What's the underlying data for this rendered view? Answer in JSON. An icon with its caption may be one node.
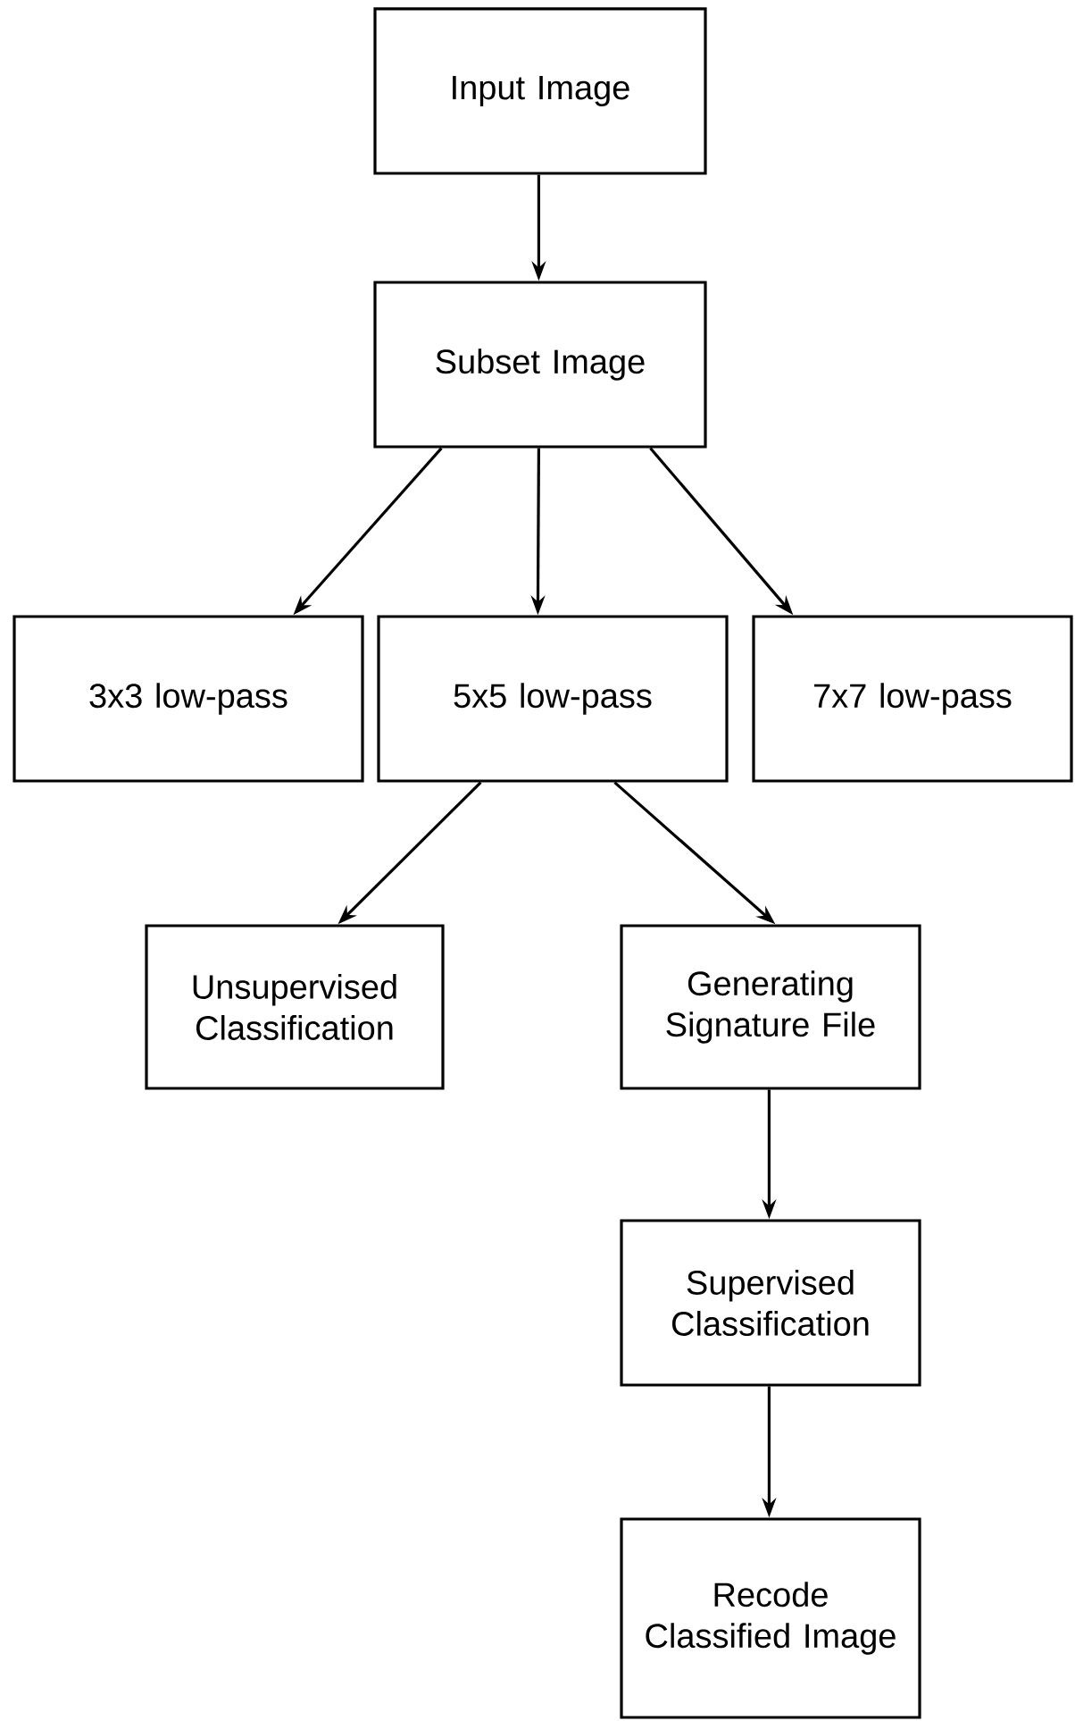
{
  "diagram": {
    "nodes": [
      {
        "text": [
          "Input Image"
        ]
      },
      {
        "text": [
          "Subset Image"
        ]
      },
      {
        "text": [
          "3x3 low-pass"
        ]
      },
      {
        "text": [
          "5x5 low-pass"
        ]
      },
      {
        "text": [
          "7x7 low-pass"
        ]
      },
      {
        "text": [
          "Unsupervised Classification"
        ]
      },
      {
        "text": [
          "Generating Signature File"
        ]
      },
      {
        "text": [
          "Supervised Classification"
        ]
      },
      {
        "text": [
          "Recode Classified Image"
        ]
      }
    ],
    "edges": [
      {
        "from": 0,
        "to": 1,
        "arrow": "to"
      },
      {
        "from": 1,
        "to": 2,
        "arrow": "to"
      },
      {
        "from": 1,
        "to": 3,
        "arrow": "to"
      },
      {
        "from": 1,
        "to": 4,
        "arrow": "to"
      },
      {
        "from": 3,
        "to": 5,
        "arrow": "to"
      },
      {
        "from": 3,
        "to": 6,
        "arrow": "to"
      },
      {
        "from": 6,
        "to": 7,
        "arrow": "to"
      },
      {
        "from": 7,
        "to": 8,
        "arrow": "to"
      }
    ]
  }
}
